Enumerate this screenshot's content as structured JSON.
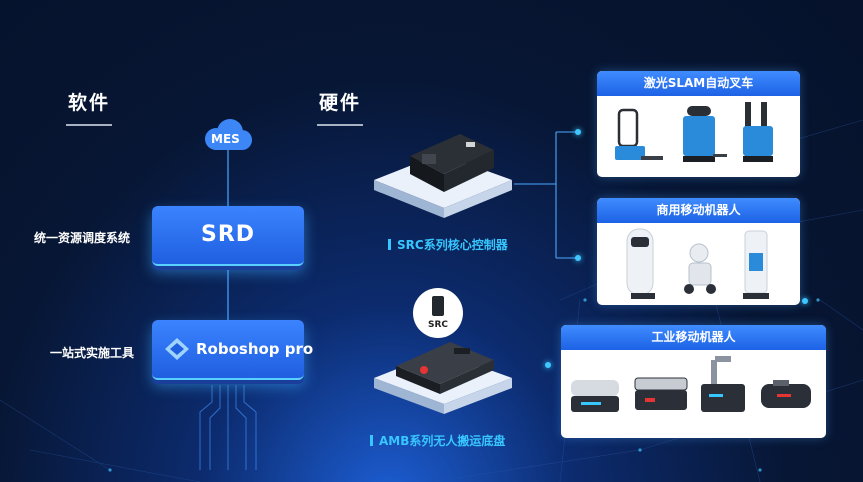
{
  "headings": {
    "software": "软件",
    "hardware": "硬件"
  },
  "mes": {
    "label": "MES"
  },
  "srd": {
    "name": "SRD",
    "description": "统一资源调度系统"
  },
  "roboshop": {
    "name": "Roboshop pro",
    "description": "一站式实施工具"
  },
  "src_controller": {
    "caption": "SRC系列核心控制器"
  },
  "amb_chassis": {
    "caption": "AMB系列无人搬运底盘",
    "badge_label": "SRC"
  },
  "categories": [
    {
      "title": "激光SLAM自动叉车"
    },
    {
      "title": "商用移动机器人"
    },
    {
      "title": "工业移动机器人"
    }
  ],
  "colors": {
    "accent": "#37c6ff",
    "box_blue": "#2a6ff0",
    "background": "#071634"
  }
}
